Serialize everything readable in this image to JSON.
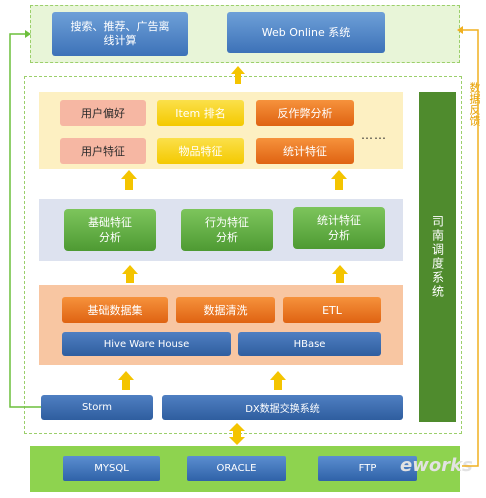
{
  "top": {
    "search_box": "搜索、推荐、广告离线计算",
    "web_online": "Web Online 系统"
  },
  "features": {
    "row1": [
      "用户偏好",
      "Item 排名",
      "反作弊分析"
    ],
    "row2": [
      "用户特征",
      "物品特征",
      "统计特征"
    ],
    "more": "……"
  },
  "analysis": [
    "基础特征分析",
    "行为特征分析",
    "统计特征分析"
  ],
  "data_layer": {
    "row1": [
      "基础数据集",
      "数据清洗",
      "ETL"
    ],
    "row2": [
      "Hive Ware House",
      "HBase"
    ]
  },
  "ingest": {
    "storm": "Storm",
    "dx": "DX数据交换系统"
  },
  "sources": [
    "MYSQL",
    "ORACLE",
    "FTP"
  ],
  "scheduler": "司南调度系统",
  "feedback": "数据反馈",
  "watermark": "eworks",
  "colors": {
    "panel_green": "#8ed34f",
    "scheduler_green": "#4f8b2d",
    "arrow_yellow": "#f4c400",
    "feedback_orange": "#f0b020"
  }
}
